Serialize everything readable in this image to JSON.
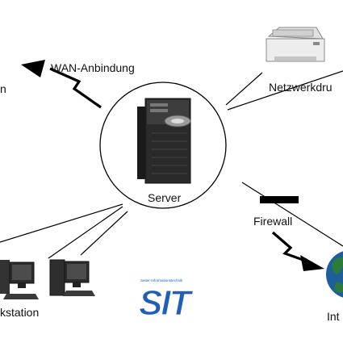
{
  "labels": {
    "wan": "WAN-Anbindung",
    "wan_left": "n",
    "printer": "Netzwerkdru",
    "server": "Server",
    "firewall": "Firewall",
    "workstation": "kstation",
    "internet": "Int"
  },
  "logo": {
    "small_text": "Seiter-Informationstechnik",
    "letters": "SIT"
  },
  "colors": {
    "line": "#000000",
    "logo_blue": "#1f5fb8",
    "globe_blue": "#1c5f9a",
    "globe_green": "#2e7a3a"
  }
}
